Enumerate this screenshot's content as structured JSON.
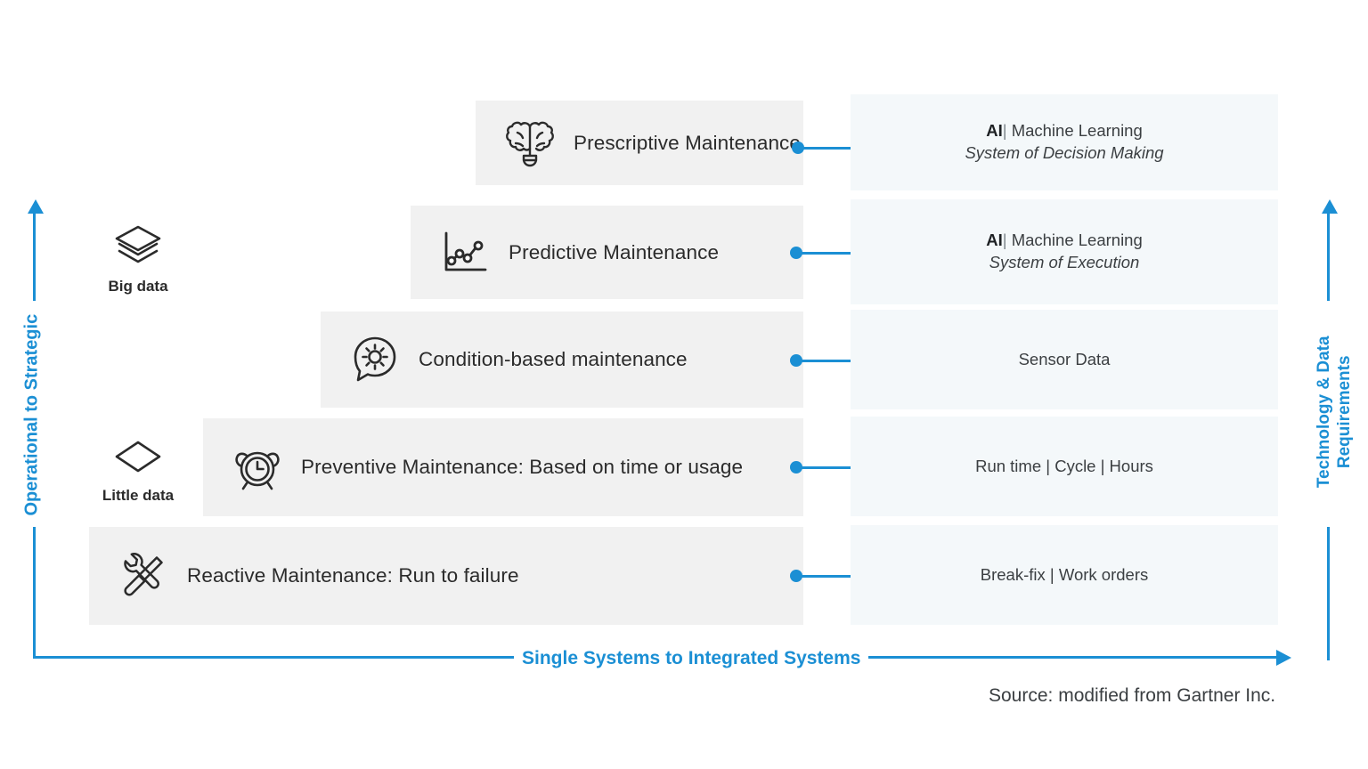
{
  "theme": {
    "accent": "#1b8fd4",
    "tier_bar_bg": "#f1f1f1",
    "req_panel_bg": "#f4f8fa",
    "text_dark": "#2b2b2b",
    "page_bg": "#ffffff"
  },
  "tiers": [
    {
      "label": "Prescriptive Maintenance",
      "icon": "brain-icon",
      "requirement_line1_strong": "AI",
      "requirement_line1_sep": "|",
      "requirement_line1_rest": "Machine Learning",
      "requirement_line2": "System of Decision Making"
    },
    {
      "label": "Predictive Maintenance",
      "icon": "line-chart-icon",
      "requirement_line1_strong": "AI",
      "requirement_line1_sep": "|",
      "requirement_line1_rest": "Machine Learning",
      "requirement_line2": "System of Execution"
    },
    {
      "label": "Condition-based maintenance",
      "icon": "gear-speech-bubble-icon",
      "requirement_line1_strong": "",
      "requirement_line1_sep": "",
      "requirement_line1_rest": "Sensor Data",
      "requirement_line2": ""
    },
    {
      "label": "Preventive Maintenance: Based on time or usage",
      "icon": "alarm-clock-icon",
      "requirement_line1_strong": "",
      "requirement_line1_sep": "",
      "requirement_line1_rest": "Run time | Cycle | Hours",
      "requirement_line2": ""
    },
    {
      "label": "Reactive Maintenance: Run to failure",
      "icon": "wrench-screwdriver-icon",
      "requirement_line1_strong": "",
      "requirement_line1_sep": "",
      "requirement_line1_rest": "Break-fix | Work orders",
      "requirement_line2": ""
    }
  ],
  "data_markers": [
    {
      "label": "Big data",
      "icon": "stacked-layers-icon"
    },
    {
      "label": "Little data",
      "icon": "single-diamond-icon"
    }
  ],
  "axes": {
    "left_caption": "Operational to Strategic",
    "right_caption": "Technology & Data Requirements",
    "bottom_caption": "Single Systems to Integrated Systems"
  },
  "source_note": "Source: modified from Gartner Inc."
}
